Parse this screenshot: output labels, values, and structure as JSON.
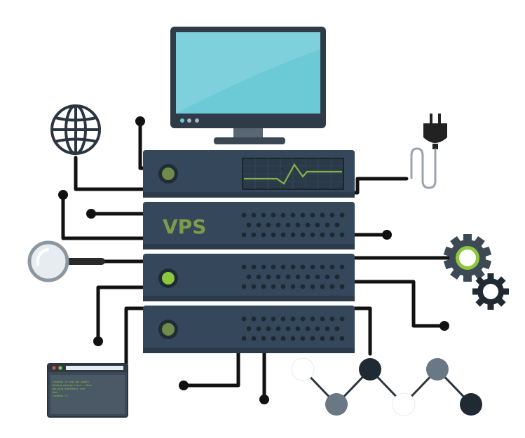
{
  "server": {
    "label": "VPS"
  },
  "terminal": {
    "lines": [
      "root@vps:~# sudo apt update",
      "Reading package lists... Done",
      "Building dependency tree",
      "Done",
      "root@vps:~#"
    ]
  },
  "colors": {
    "rack": "#35475a",
    "rack_dark": "#2b3b4c",
    "wire": "#111111",
    "screen": "#6cc9d6",
    "accent_green": "#8dc63f",
    "vps_text": "#7e9a4a",
    "pulse": "#7fb44a",
    "gear": "#3d4a55",
    "gear_ring": "#8dc63f"
  },
  "icons": [
    "monitor-icon",
    "globe-icon",
    "power-plug-icon",
    "magnifier-icon",
    "gear-icon",
    "small-gear-icon",
    "terminal-window-icon",
    "network-graph-icon"
  ]
}
